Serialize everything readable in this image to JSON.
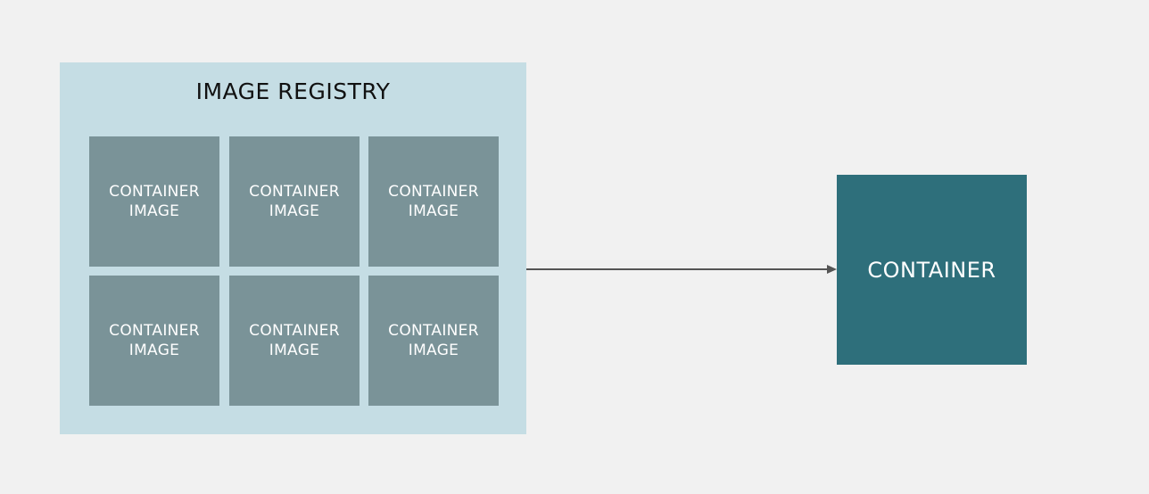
{
  "registry": {
    "title": "IMAGE REGISTRY",
    "images": [
      {
        "line1": "CONTAINER",
        "line2": "IMAGE"
      },
      {
        "line1": "CONTAINER",
        "line2": "IMAGE"
      },
      {
        "line1": "CONTAINER",
        "line2": "IMAGE"
      },
      {
        "line1": "CONTAINER",
        "line2": "IMAGE"
      },
      {
        "line1": "CONTAINER",
        "line2": "IMAGE"
      },
      {
        "line1": "CONTAINER",
        "line2": "IMAGE"
      }
    ]
  },
  "target": {
    "label": "CONTAINER"
  },
  "colors": {
    "background": "#f1f1f1",
    "registry_fill": "#c5dde4",
    "image_fill": "#7a9398",
    "container_fill": "#2e6f7b",
    "arrow": "#555555"
  }
}
